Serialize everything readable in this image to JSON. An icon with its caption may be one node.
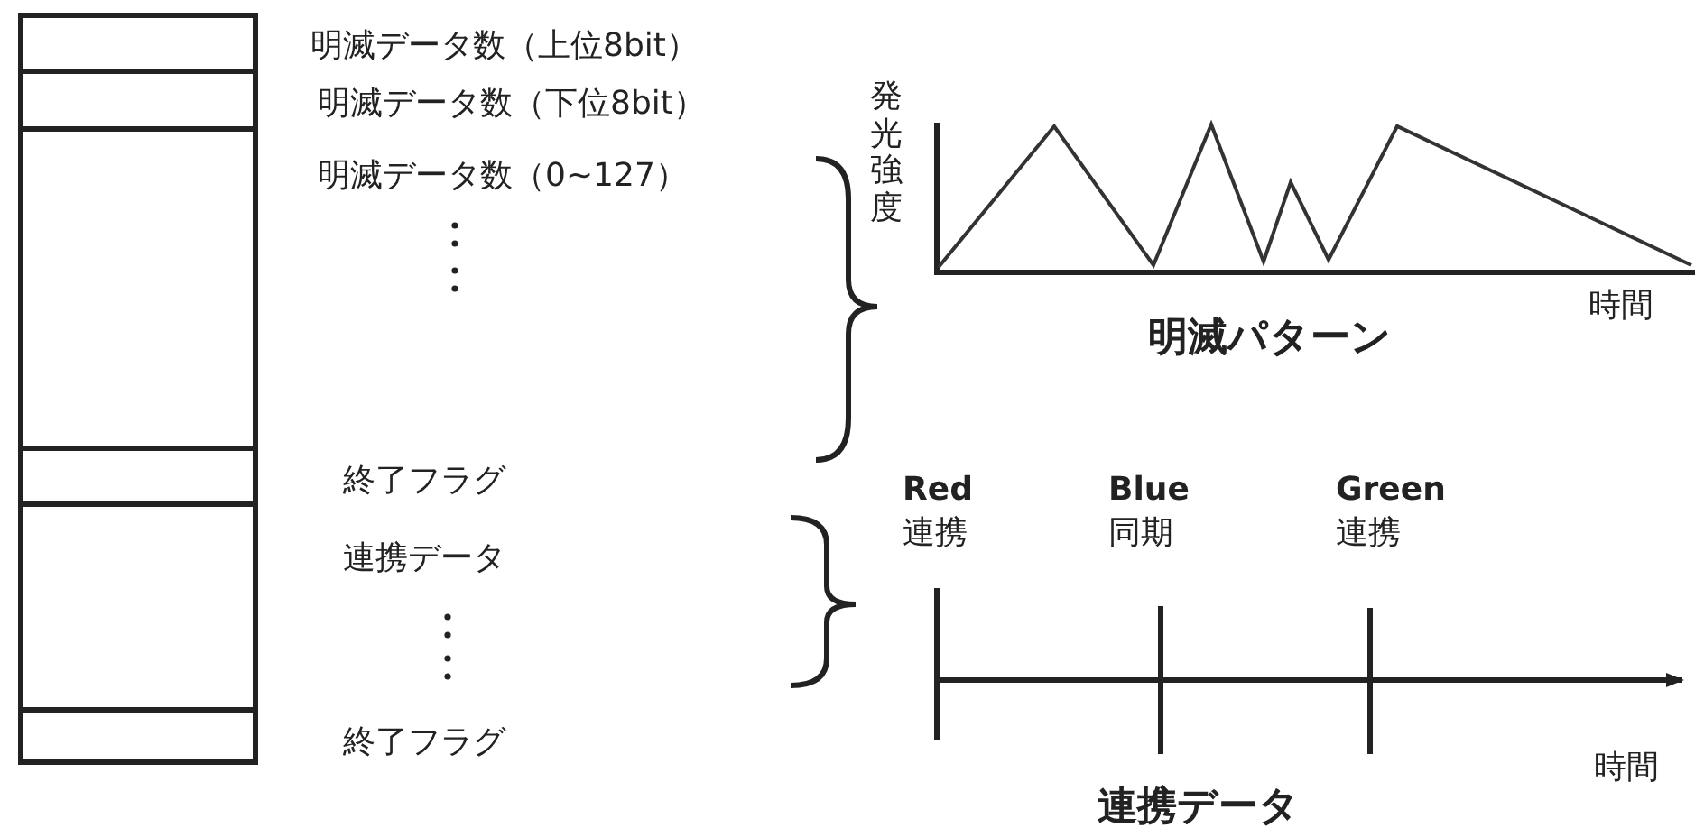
{
  "diagram": {
    "nodes": [
      {
        "text": [],
        "shape": "box",
        "beside": [
          "明滅データ数（上位8bit）"
        ]
      },
      {
        "text": [],
        "shape": "box",
        "beside": [
          "明滅データ数（下位8bit）"
        ]
      },
      {
        "text": [],
        "shape": "box",
        "beside": [
          "明滅データ数（0~127）"
        ]
      },
      {
        "text": [],
        "shape": "box",
        "beside": [
          "終了フラグ"
        ]
      },
      {
        "text": [],
        "shape": "box",
        "beside": [
          "連携データ"
        ]
      },
      {
        "text": [],
        "shape": "box",
        "beside": [
          "終了フラグ"
        ]
      }
    ],
    "edges": [],
    "labels": [
      "発光強度",
      "時間",
      "明滅パターン",
      "Red",
      "連携",
      "Blue",
      "同期",
      "Green",
      "連携",
      "時間",
      "連携データ"
    ]
  }
}
